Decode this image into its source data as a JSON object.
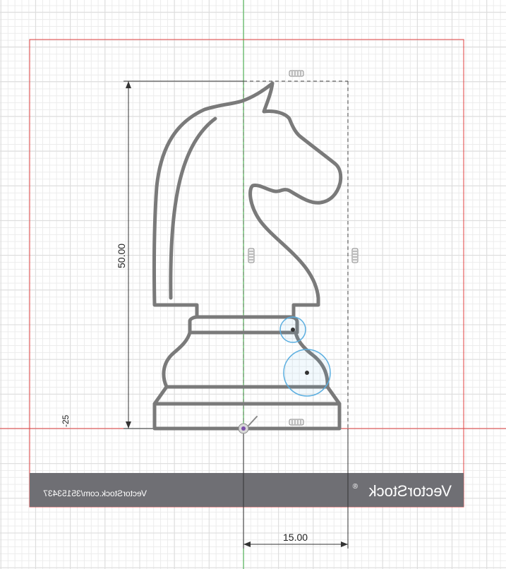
{
  "dimensions": {
    "height_value": "50.00",
    "width_value": "15.00",
    "coordinate_label": "-25"
  },
  "watermark": {
    "brand": "VectorStock",
    "brand_suffix": "®",
    "url": "VectorStock.com/35153437"
  },
  "colors": {
    "sketch_line": "#7a7a7a",
    "frame_red": "#e04040",
    "axis_green": "#3cb043",
    "constraint_blue": "#5aaee0",
    "watermark_bg": "#6f6f74"
  }
}
